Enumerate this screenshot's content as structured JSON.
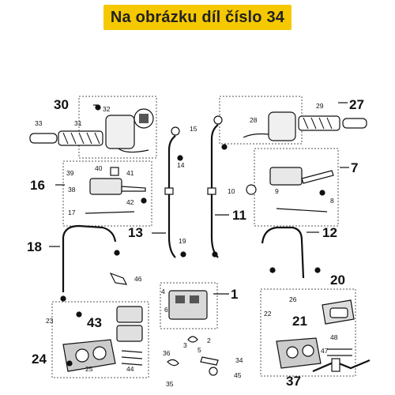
{
  "banner": {
    "text": "Na obrázku díl číslo 34",
    "color": "#f5c800"
  },
  "callouts_big": [
    "30",
    "27",
    "16",
    "7",
    "13",
    "11",
    "18",
    "12",
    "1",
    "20",
    "43",
    "21",
    "24",
    "37"
  ],
  "callouts_small": [
    "32",
    "33",
    "31",
    "15",
    "14",
    "29",
    "28",
    "39",
    "40",
    "41",
    "38",
    "42",
    "17",
    "10",
    "9",
    "8",
    "19",
    "46",
    "4",
    "6",
    "3",
    "2",
    "5",
    "22",
    "48",
    "47",
    "23",
    "25",
    "44",
    "36",
    "35",
    "34",
    "45",
    "26"
  ]
}
